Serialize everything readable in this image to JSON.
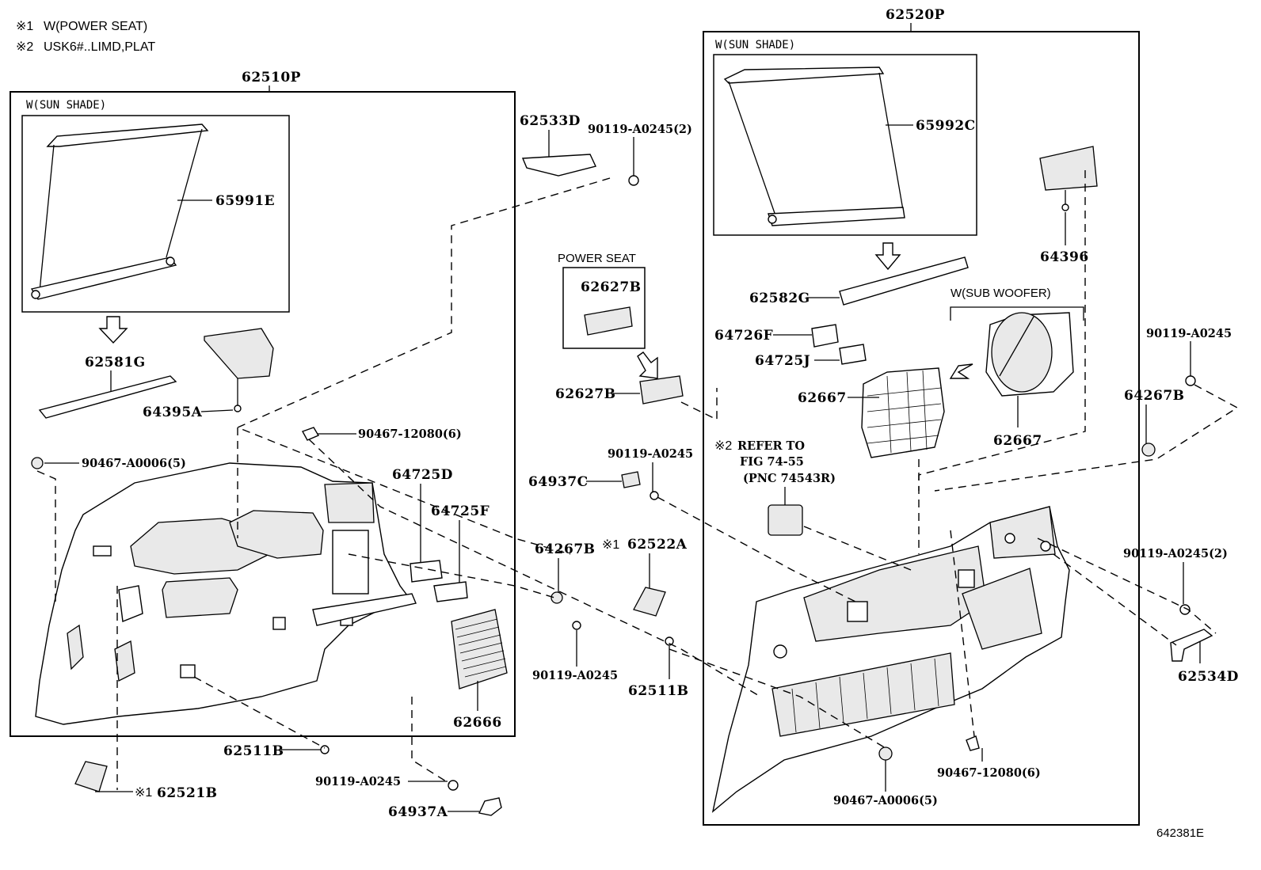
{
  "notes": [
    {
      "mark": "※1",
      "text": "W(POWER SEAT)"
    },
    {
      "mark": "※2",
      "text": "USK6#..LIMD,PLAT"
    }
  ],
  "figure_id": "642381E",
  "groups": {
    "left_assembly": {
      "part_no": "62510P",
      "sub_caption": "W(SUN SHADE)"
    },
    "right_assembly": {
      "part_no": "62520P",
      "sub_caption": "W(SUN SHADE)"
    },
    "power_seat": {
      "caption": "POWER SEAT"
    },
    "sub_woofer": {
      "caption": "W(SUB WOOFER)"
    }
  },
  "reference_note": {
    "mark": "※2",
    "line1": "REFER TO",
    "line2": "FIG 74-55",
    "line3": "(PNC 74543R)"
  },
  "labels": {
    "l_65991E": "65991E",
    "l_62581G": "62581G",
    "l_64395A": "64395A",
    "l_90467_A0006_5_left": "90467-A0006(5)",
    "l_90467_12080_6_left": "90467-12080(6)",
    "l_64725D": "64725D",
    "l_64725F": "64725F",
    "l_62666": "62666",
    "l_62511B_left": "62511B",
    "l_90119_A0245_bottom": "90119-A0245",
    "l_64937A": "64937A",
    "l_62521B_mark": "※1",
    "l_62521B": "62521B",
    "l_62533D": "62533D",
    "l_90119_A0245_2_top": "90119-A0245(2)",
    "l_62627B_box": "62627B",
    "l_62627B": "62627B",
    "l_90119_A0245_mid": "90119-A0245",
    "l_64937C": "64937C",
    "l_64267B_mid": "64267B",
    "l_62522A_mark": "※1",
    "l_62522A": "62522A",
    "l_90119_A0245_low": "90119-A0245",
    "l_62511B_mid": "62511B",
    "l_65992C": "65992C",
    "l_64396": "64396",
    "l_62582G": "62582G",
    "l_64726F": "64726F",
    "l_64725J": "64725J",
    "l_62667_panel": "62667",
    "l_62667_woofer": "62667",
    "l_90119_A0245_right": "90119-A0245",
    "l_64267B_right": "64267B",
    "l_90119_A0245_2_right": "90119-A0245(2)",
    "l_62534D": "62534D",
    "l_90467_12080_6_right": "90467-12080(6)",
    "l_90467_A0006_5_right": "90467-A0006(5)"
  }
}
